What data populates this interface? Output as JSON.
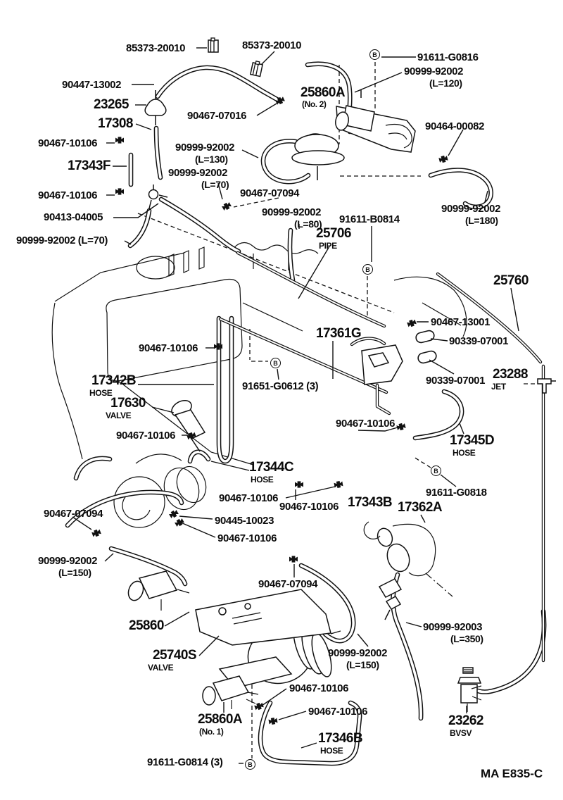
{
  "doc": {
    "type": "parts-diagram",
    "figure_code": "MA E835-C",
    "colors": {
      "ink": "#111111",
      "paper": "#ffffff"
    }
  },
  "symbols": {
    "circle_b": "B"
  },
  "labels": {
    "t85373_a": "85373-20010",
    "t85373_b": "85373-20010",
    "t90447": "90447-13002",
    "t23265": "23265",
    "t17308": "17308",
    "t10106_a": "90467-10106",
    "t17343F": "17343F",
    "t10106_b": "90467-10106",
    "t90413": "90413-04005",
    "t92002_70_inline": "90999-92002 (L=70)",
    "t07016": "90467-07016",
    "t92002_130": "90999-92002",
    "t92002_130_sub": "(L=130)",
    "t92002_70": "90999-92002",
    "t92002_70_sub": "(L=70)",
    "t07094_a": "90467-07094",
    "t92002_80": "90999-92002",
    "t92002_80_sub": "(L=80)",
    "tB0814": "91611-B0814",
    "t25706": "25706",
    "t25706_sub": "PIPE",
    "t25860A_2": "25860A",
    "t25860A_2_sub": "(No. 2)",
    "tG0816": "91611-G0816",
    "t92002_120": "90999-92002",
    "t92002_120_sub": "(L=120)",
    "t90464": "90464-00082",
    "t92002_180": "90999-92002",
    "t92002_180_sub": "(L=180)",
    "t25760": "25760",
    "t13001": "90467-13001",
    "t90339_a": "90339-07001",
    "t17361G": "17361G",
    "t10106_c": "90467-10106",
    "t17342B": "17342B",
    "t17342B_sub": "HOSE",
    "tG0612": "91651-G0612 (3)",
    "t90339_b": "90339-07001",
    "t23288": "23288",
    "t23288_sub": "JET",
    "t17630": "17630",
    "t17630_sub": "VALVE",
    "t10106_d": "90467-10106",
    "t10106_e": "90467-10106",
    "t17345D": "17345D",
    "t17345D_sub": "HOSE",
    "t17344C": "17344C",
    "t17344C_sub": "HOSE",
    "tG0818": "91611-G0818",
    "t10106_f": "90467-10106",
    "t10106_g": "90467-10106",
    "t17343B": "17343B",
    "t17362A": "17362A",
    "t07094_b": "90467-07094",
    "t90445": "90445-10023",
    "t10106_h": "90467-10106",
    "t92002_150a": "90999-92002",
    "t92002_150a_sub": "(L=150)",
    "t07094_c": "90467-07094",
    "t25860": "25860",
    "t92003_350": "90999-92003",
    "t92003_350_sub": "(L=350)",
    "t25740S": "25740S",
    "t25740S_sub": "VALVE",
    "t92002_150b": "90999-92002",
    "t92002_150b_sub": "(L=150)",
    "t10106_i": "90467-10106",
    "t10106_j": "90467-10106",
    "t25860A_1": "25860A",
    "t25860A_1_sub": "(No. 1)",
    "t17346B": "17346B",
    "t17346B_sub": "HOSE",
    "tG0814": "91611-G0814 (3)",
    "t23262": "23262",
    "t23262_sub": "BVSV",
    "footer": "MA E835-C"
  }
}
